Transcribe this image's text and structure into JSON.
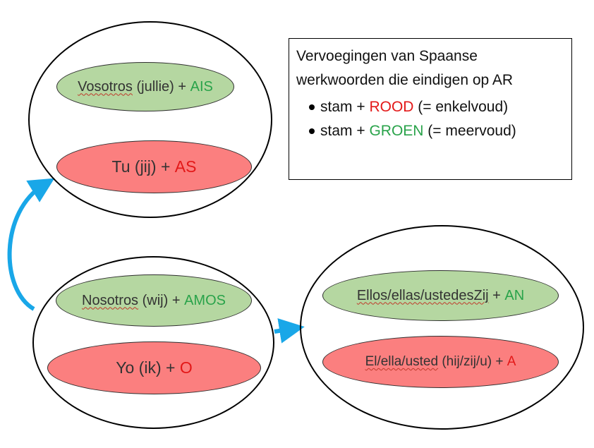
{
  "legend": {
    "title_line1": "Vervoegingen van Spaanse",
    "title_line2": "werkwoorden die eindigen op AR",
    "items": [
      {
        "prefix": "stam + ",
        "accent": "ROOD",
        "suffix": " (= enkelvoud)",
        "color": "#e31818"
      },
      {
        "prefix": "stam + ",
        "accent": "GROEN",
        "suffix": " (= meervoud)",
        "color": "#29a34a"
      }
    ]
  },
  "groups": {
    "top_left": {
      "plural": {
        "pronoun": "Vosotros",
        "rest": " (jullie) + ",
        "ending": "AIS"
      },
      "singular": {
        "pronoun": "Tu (jij) + ",
        "ending": "AS"
      }
    },
    "bottom_left": {
      "plural": {
        "pronoun": "Nosotros",
        "rest": " (wij) + ",
        "ending": "AMOS"
      },
      "singular": {
        "pronoun": "Yo (ik) + ",
        "ending": "O"
      }
    },
    "bottom_right": {
      "plural": {
        "pronoun": "Ellos/ellas/ustedesZij",
        "rest": " + ",
        "ending": "AN"
      },
      "singular": {
        "pronoun": "El/ella/usted",
        "rest": " (hij/zij/u) + ",
        "ending": "A"
      }
    }
  },
  "colors": {
    "green_fill": "#b5d7a1",
    "red_fill": "#fb7f7f",
    "arrow": "#19a7e8"
  }
}
